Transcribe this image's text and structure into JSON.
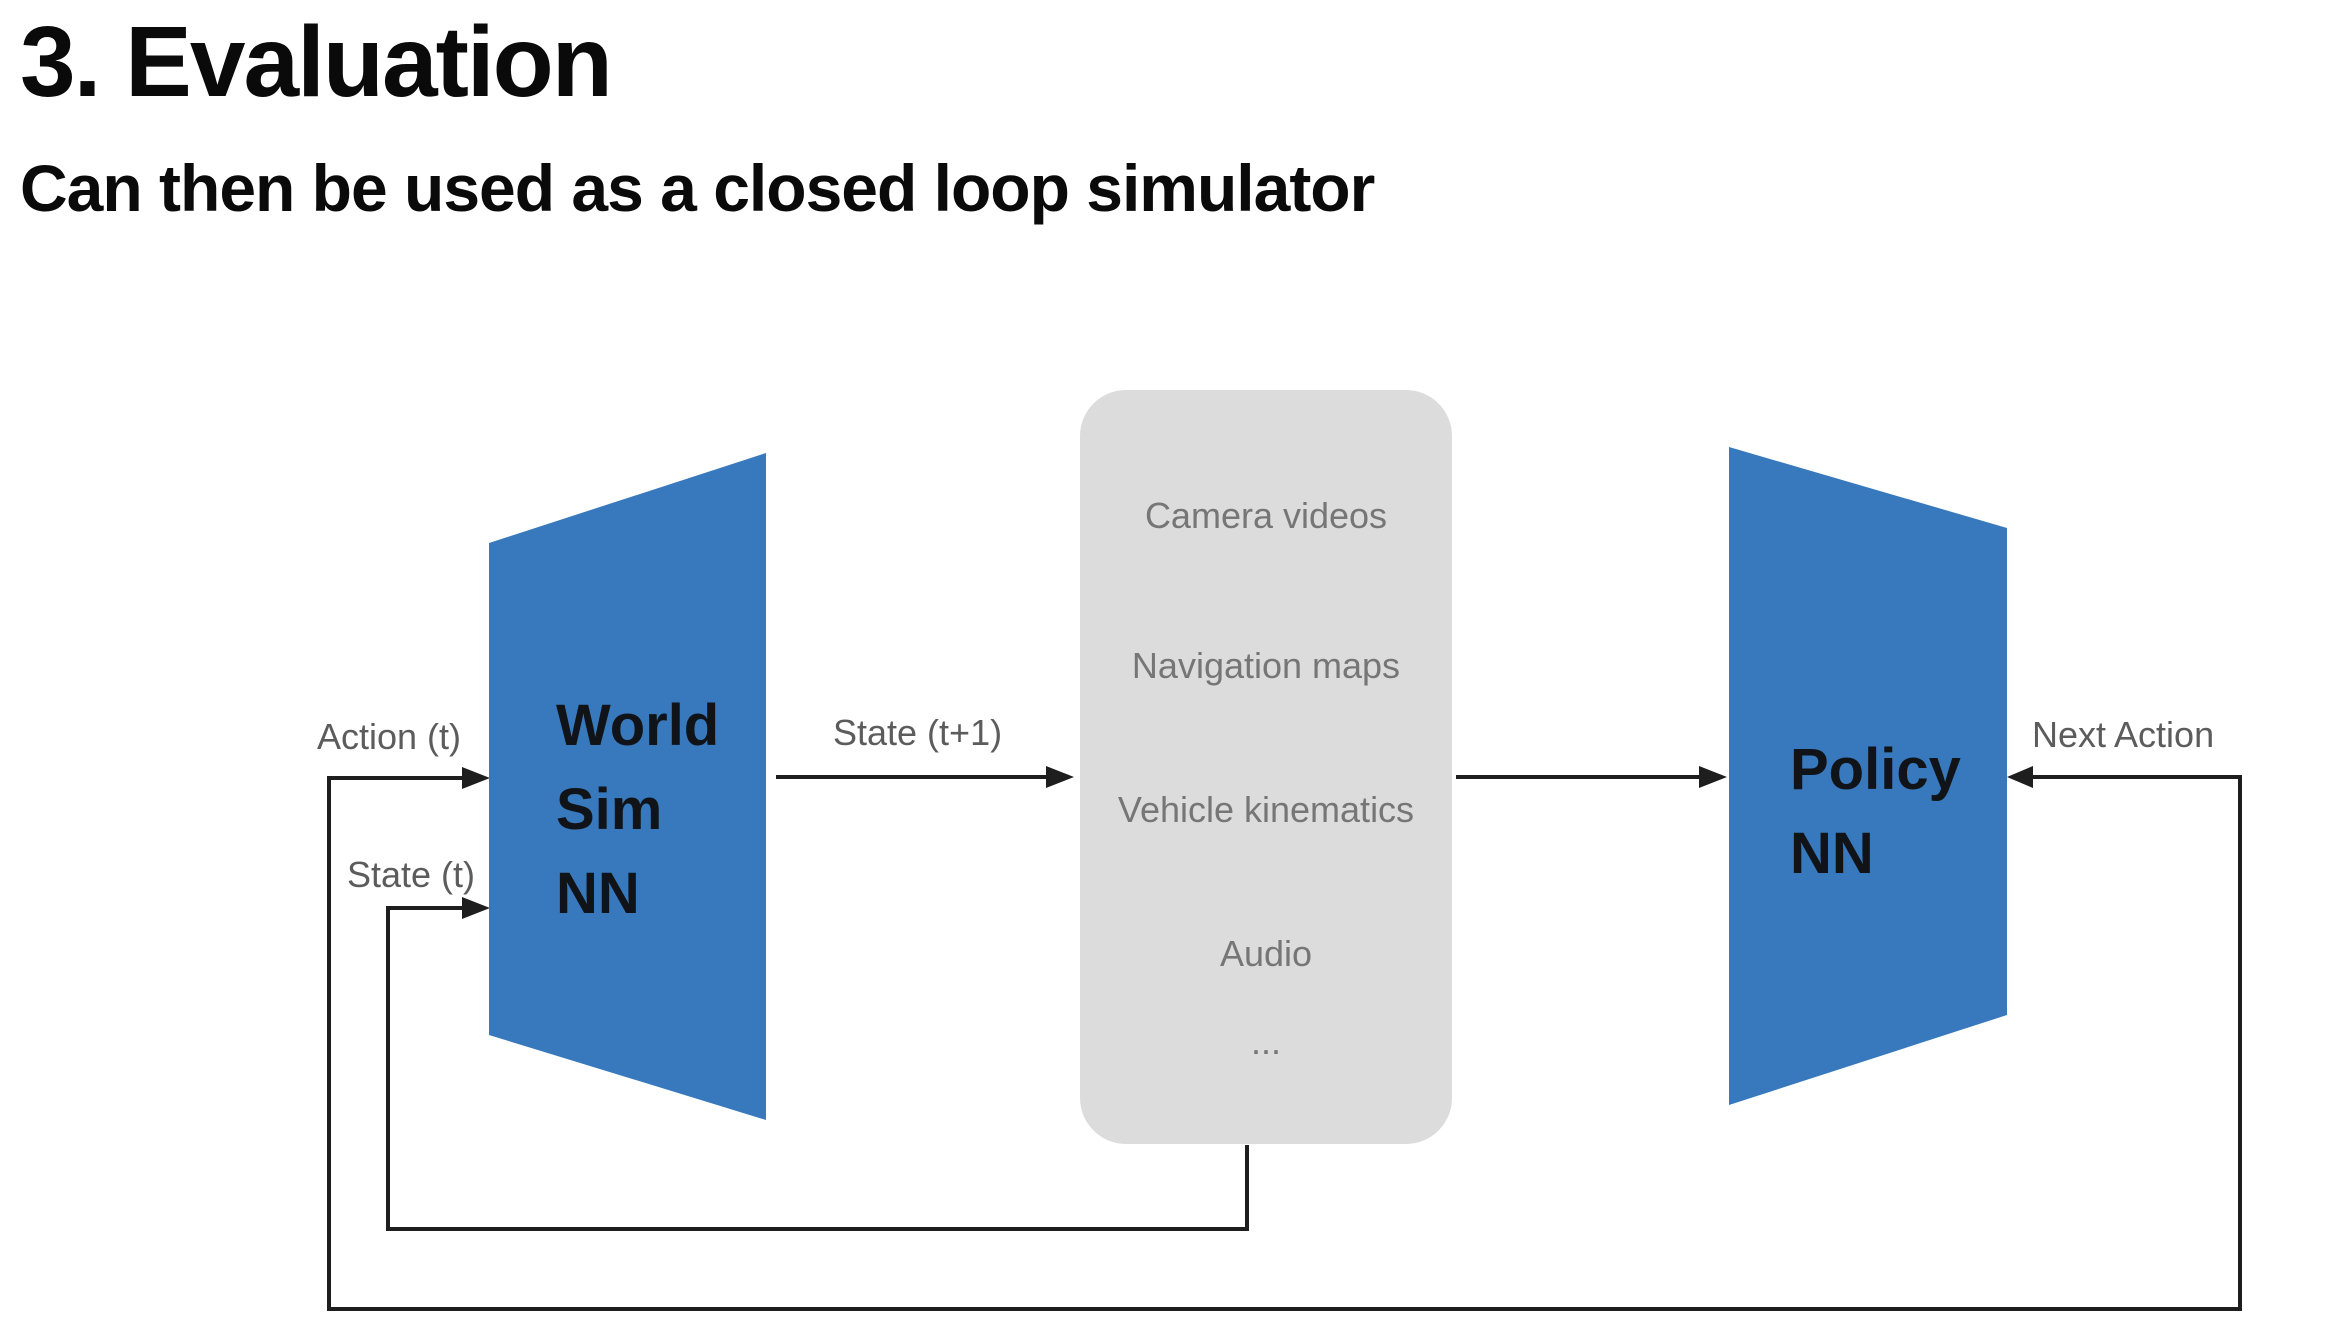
{
  "slide": {
    "title": "3. Evaluation",
    "subtitle": "Can then be used as a closed loop simulator"
  },
  "diagram": {
    "world_sim": {
      "label_lines": [
        "World",
        "Sim",
        "NN"
      ]
    },
    "policy": {
      "label_lines": [
        "Policy",
        "NN"
      ]
    },
    "state_panel": {
      "items": [
        "Camera videos",
        "Navigation maps",
        "Vehicle kinematics",
        "Audio",
        "..."
      ]
    },
    "labels": {
      "action_t": "Action (t)",
      "state_t": "State (t)",
      "state_t1": "State (t+1)",
      "next_action": "Next Action"
    },
    "colors": {
      "node_blue": "#3779bc",
      "panel_gray": "#dcdcdc",
      "line": "#1e1e1e",
      "label_text": "#5c5c5c",
      "item_text": "#767676"
    }
  }
}
